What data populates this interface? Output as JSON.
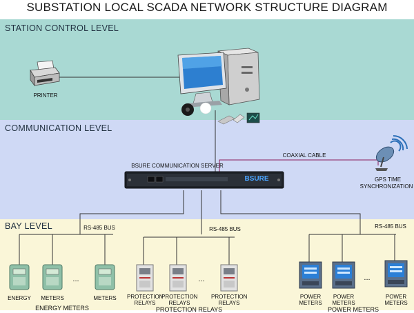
{
  "title": "SUBSTATION LOCAL SCADA NETWORK STRUCTURE DIAGRAM",
  "levels": {
    "station": "STATION CONTROL LEVEL",
    "communication": "COMMUNICATION LEVEL",
    "bay": "BAY LEVEL"
  },
  "station": {
    "printer": "PRINTER"
  },
  "communication": {
    "server": "BSURE COMMUNICATION SERVER",
    "server_logo": "BSURE",
    "coaxial": "COAXIAL CABLE",
    "gps_line1": "GPS TIME",
    "gps_line2": "SYNCHRONIZATION"
  },
  "bay": {
    "bus1": "RS-485 BUS",
    "bus2": "RS-485 BUS",
    "bus3": "RS-485 BUS",
    "energy_label": "ENERGY",
    "meters_label_a": "METERS",
    "meters_label_b": "METERS",
    "prot_a1": "PROTECTION",
    "prot_a2": "RELAYS",
    "prot_b1": "PROTECTION",
    "prot_b2": "RELAYS",
    "prot_c1": "PROTECTION",
    "prot_c2": "RELAYS",
    "pm_a1": "POWER",
    "pm_a2": "METERS",
    "pm_b1": "POWER",
    "pm_b2": "METERS",
    "pm_c1": "POWER",
    "pm_c2": "METERS",
    "group_energy": "ENERGY METERS",
    "group_prot": "PROTECTION RELAYS",
    "group_power": "POWER METERS",
    "dots1": "...",
    "dots2": "...",
    "dots3": "..."
  }
}
